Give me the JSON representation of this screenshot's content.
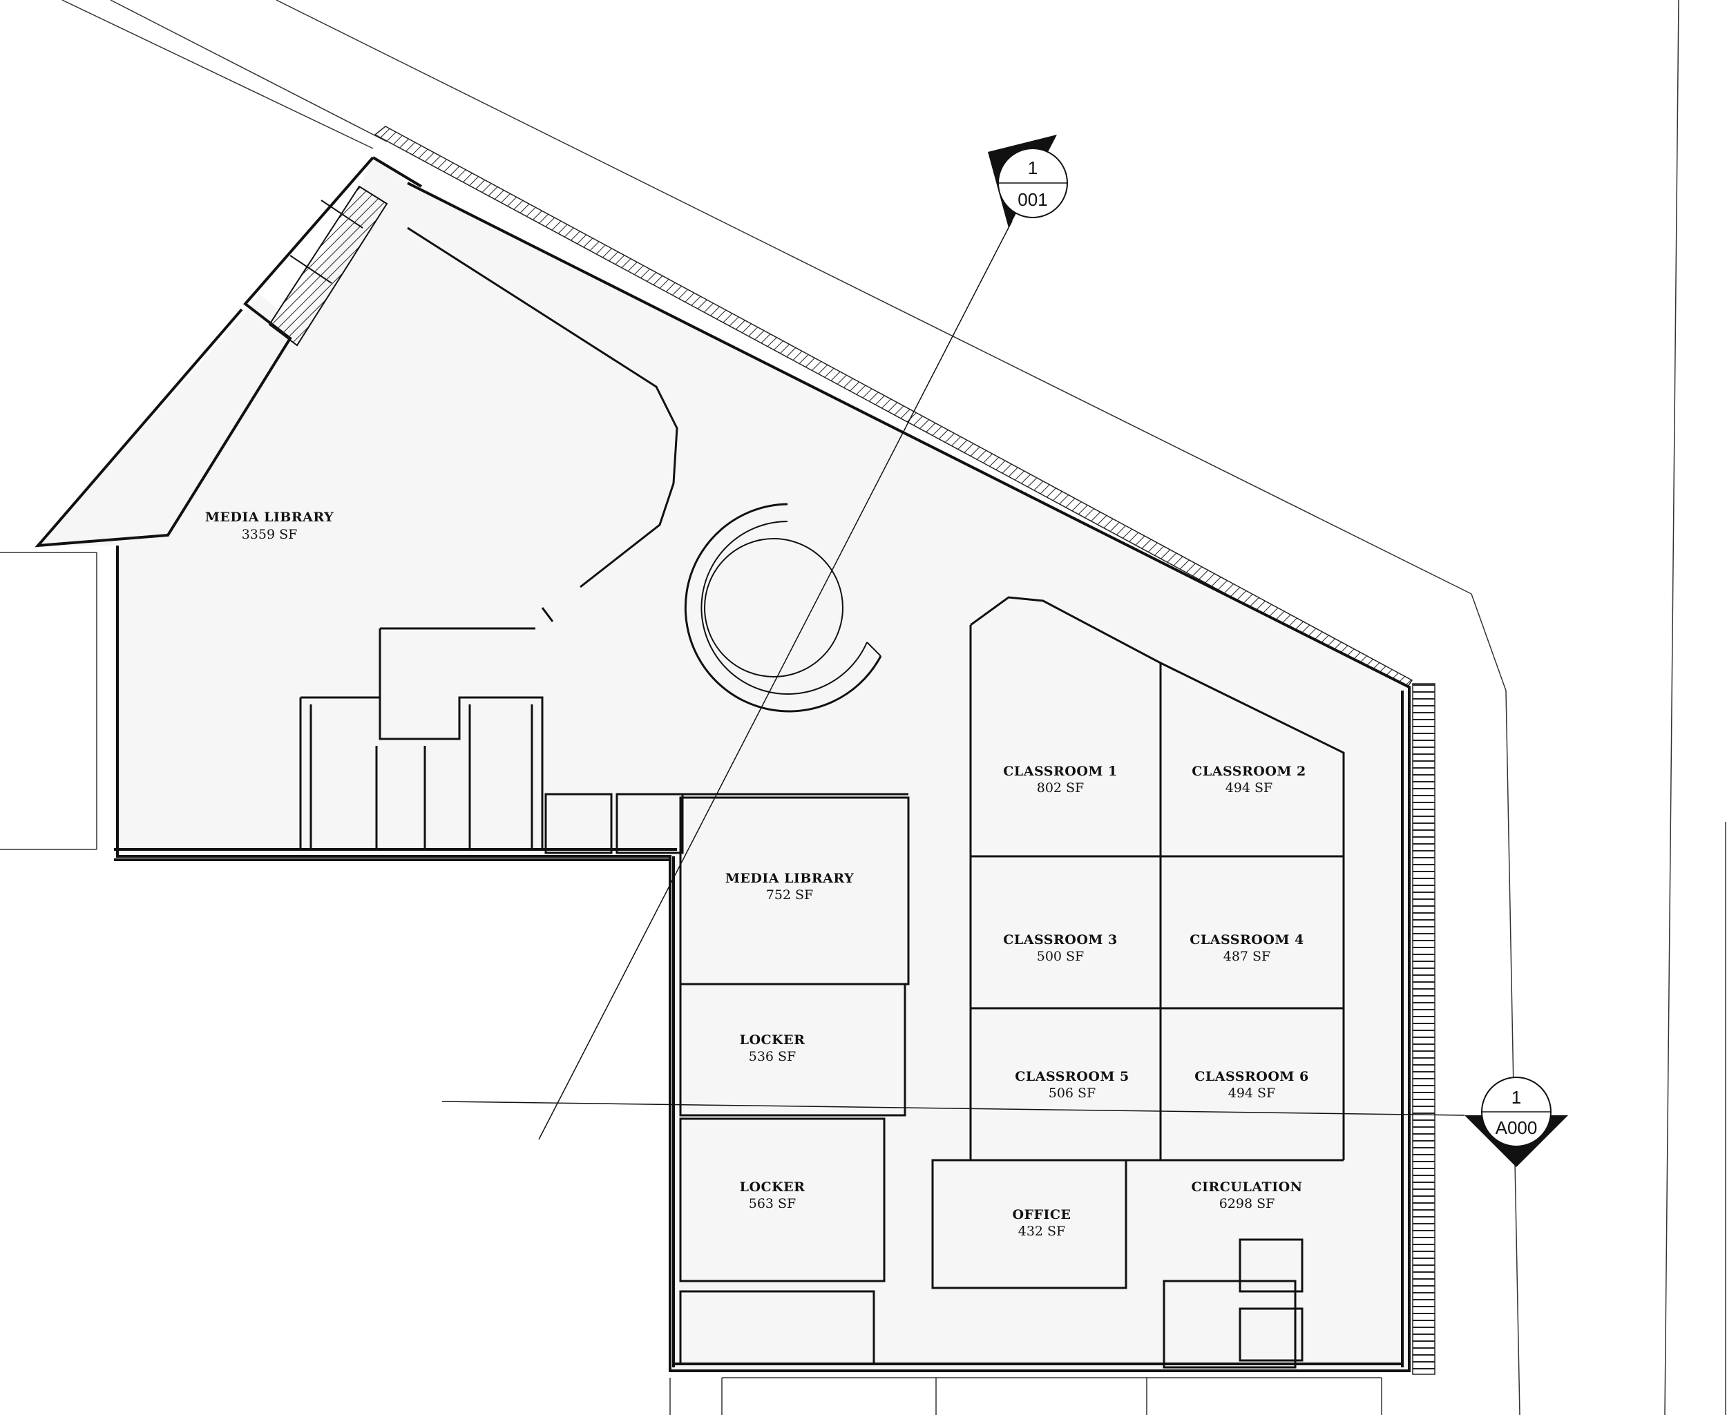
{
  "rooms": [
    {
      "name": "MEDIA LIBRARY",
      "area": "3359 SF"
    },
    {
      "name": "MEDIA LIBRARY",
      "area": "752 SF"
    },
    {
      "name": "LOCKER",
      "area": "536 SF"
    },
    {
      "name": "LOCKER",
      "area": "563 SF"
    },
    {
      "name": "CLASSROOM 1",
      "area": "802 SF"
    },
    {
      "name": "CLASSROOM 2",
      "area": "494 SF"
    },
    {
      "name": "CLASSROOM 3",
      "area": "500 SF"
    },
    {
      "name": "CLASSROOM 4",
      "area": "487 SF"
    },
    {
      "name": "CLASSROOM 5",
      "area": "506 SF"
    },
    {
      "name": "CLASSROOM 6",
      "area": "494 SF"
    },
    {
      "name": "OFFICE",
      "area": "432 SF"
    },
    {
      "name": "CIRCULATION",
      "area": "6298 SF"
    }
  ],
  "section_markers": [
    {
      "number": "1",
      "sheet": "001"
    },
    {
      "number": "1",
      "sheet": "A000"
    }
  ]
}
